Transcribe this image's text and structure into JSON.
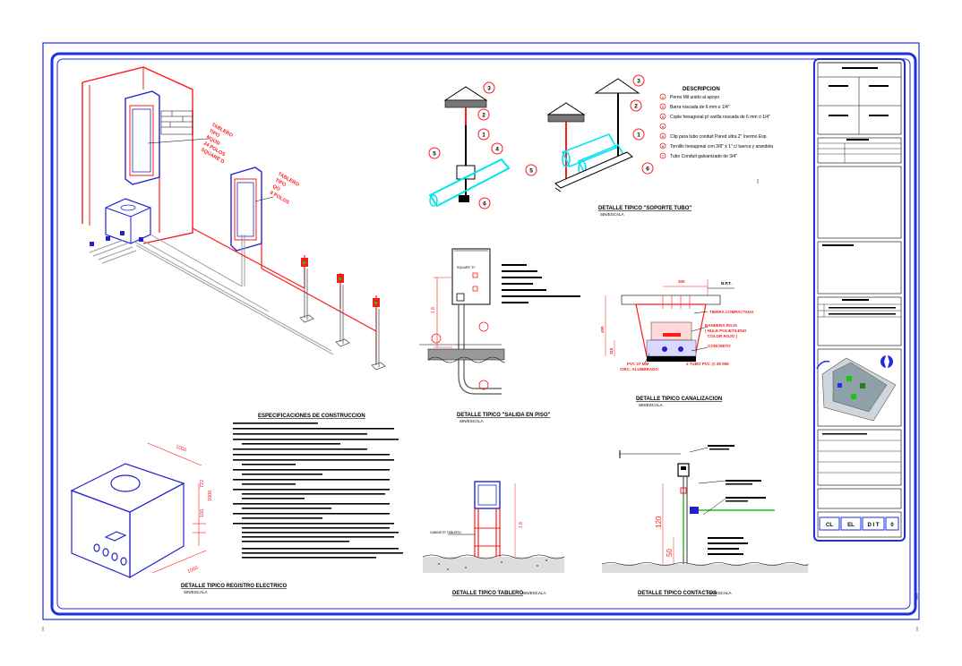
{
  "description": {
    "heading": "DESCRIPCION",
    "items": [
      {
        "num": "1",
        "text": "Perno Mil unido al apoyo"
      },
      {
        "num": "2",
        "text": "Barra roscada de 6 mm o 1/4\""
      },
      {
        "num": "3",
        "text": "Cople hexagonal p/ varilla roscada de 6 mm o 1/4\""
      },
      {
        "num": "4",
        "text": ""
      },
      {
        "num": "5",
        "text": "Clip para tubo conduit Pared ultra 2\" Inermo Esp."
      },
      {
        "num": "6",
        "text": "Tornillo hexagonal con 3/8\" x 1\" c/ tuerca y arandela"
      },
      {
        "num": "7",
        "text": "Tubo Conduit galvanizado de 3/4\""
      }
    ]
  },
  "callouts_support": [
    "3",
    "2",
    "1",
    "4",
    "5",
    "6",
    "3",
    "2",
    "1",
    "5",
    "6"
  ],
  "titles": {
    "soporte": "DETALLE TIPICO \"SOPORTE TUBO\"",
    "soporte_scale": "SIN/ESCALA",
    "salida": "DETALLE TIPICO \"SALIDA EN PISO\"",
    "salida_scale": "SIN/ESCALA",
    "canal": "DETALLE TIPICO CANALIZACION",
    "canal_scale": "SIN/ESCALA",
    "registro": "DETALLE TIPICO  REGISTRO ELECTRICO",
    "registro_scale": "SIN/ESCALA",
    "tablero": "DETALLE TIPICO TABLERO",
    "tablero_scale": "SIN/ESCALA",
    "contacto": "DETALLE TIPICO  CONTACTOS",
    "contacto_scale": "SIN/ESCALA"
  },
  "specs": {
    "heading": "ESPECIFICACIONES DE CONSTRUCCION"
  },
  "canal_labels": {
    "tierra": "TIERRA COMPACTADA",
    "bandera": "BANDERA ROJA",
    "hule": "( HULE POLIETILENO",
    "color": "COLOR ROJO )",
    "concreto": "CONCRETO",
    "pvc": "PVC 27 MM",
    "alumbrado": "CIRC. ALUMBRADO",
    "tubo": "2 TUBO PVC @ 35 MM",
    "dim_top": "300",
    "dim_left": "400",
    "dim_side": "110",
    "nivel": "N.P.T."
  },
  "registro_dims": {
    "top": "1000",
    "right_a": "1000",
    "right_b": "722",
    "right_c": "150",
    "bottom": "1000"
  },
  "contacto_dims": {
    "h1": "120",
    "h2": "50"
  },
  "tablero_dims": {
    "h": "1.8",
    "label": "GABINETE TABLERO"
  },
  "salida_dims": {
    "h": "1.8"
  },
  "tablero_box_label": "SQUARE \"D\"",
  "red_notes": [
    "TABLERO",
    "TIPO",
    "NQOD",
    "24 POLOS",
    "SQUARE D",
    "TABLERO",
    "TIPO",
    "QO",
    "8 POLOS"
  ],
  "title_block": {
    "buttons": [
      "CL",
      "EL",
      "D I T",
      "0"
    ]
  },
  "colors": {
    "border_blue": "#1f2ee0",
    "red": "#ff1a1a",
    "blue": "#2222cc",
    "cyan": "#00e5ee",
    "green": "#19c419",
    "gray": "#9a9a9a",
    "black": "#000000"
  }
}
